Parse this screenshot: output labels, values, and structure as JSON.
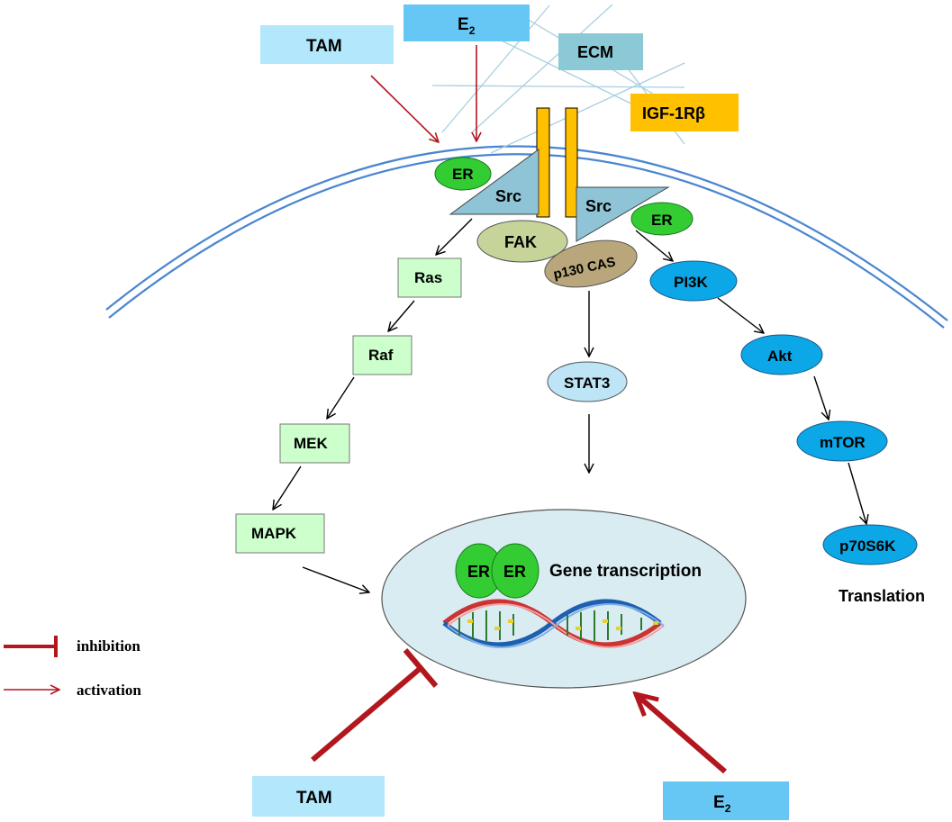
{
  "inputs_top": {
    "tam": "TAM",
    "e2_base": "E",
    "e2_sub": "2",
    "ecm": "ECM",
    "igf": "IGF-1Rβ"
  },
  "membrane": {
    "er_left": "ER",
    "src_left": "Src",
    "src_right": "Src",
    "er_right": "ER",
    "fak": "FAK",
    "p130": "p130 CAS"
  },
  "mapk_pathway": [
    "Ras",
    "Raf",
    "MEK",
    "MAPK"
  ],
  "stat_pathway": {
    "stat3": "STAT3"
  },
  "pi3k_pathway": [
    "PI3K",
    "Akt",
    "mTOR",
    "p70S6K"
  ],
  "translation": "Translation",
  "nucleus": {
    "er1": "ER",
    "er2": "ER",
    "gene_transcription": "Gene transcription"
  },
  "inputs_bottom": {
    "tam": "TAM",
    "e2_base": "E",
    "e2_sub": "2"
  },
  "legend": {
    "inhibition": "inhibition",
    "activation": "activation"
  },
  "colors": {
    "dark_red": "#b3171e",
    "tam_box": "#b3e7fb",
    "e2_box": "#66c7f5",
    "ecm_box": "#8bc9d6",
    "igf_box": "#ffc000",
    "er_green": "#33cc33",
    "src_triangle": "#8ec4d6",
    "fak": "#c6d49a",
    "p130": "#b9a67a",
    "mapk_box": "#ccffcc",
    "stat3": "#bde5f5",
    "pi3k_blue": "#0ca7e6",
    "nucleus": "#d9ecf2",
    "membrane": "#4a86d0"
  }
}
